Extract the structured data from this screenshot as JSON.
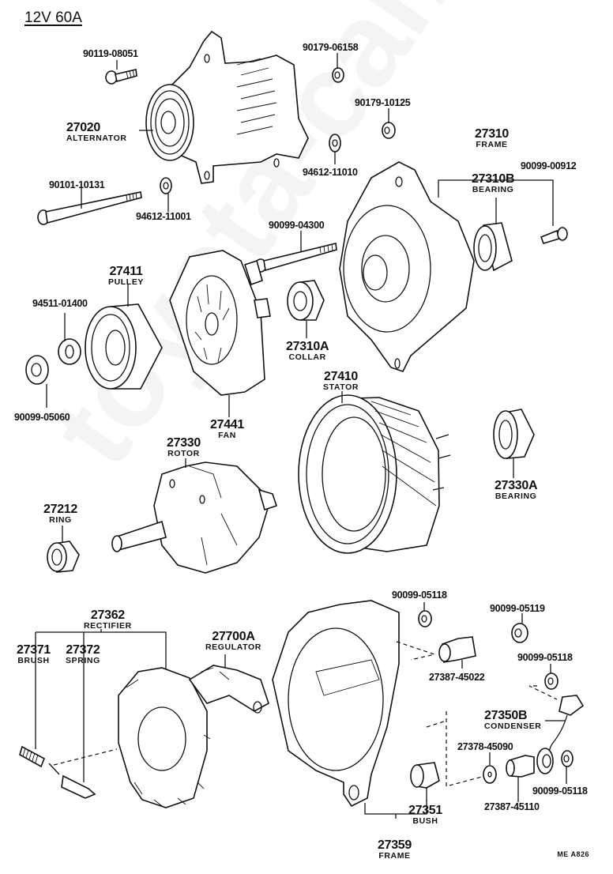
{
  "title": "12V 60A",
  "drawing_code": "ME  A826",
  "watermark": "toyota-camry.ru",
  "parts": [
    {
      "id": "alternator",
      "number": "27020",
      "name": "ALTERNATOR"
    },
    {
      "id": "bolt-1",
      "number": "90119-08051",
      "name": ""
    },
    {
      "id": "nut-1",
      "number": "90179-06158",
      "name": ""
    },
    {
      "id": "nut-2",
      "number": "90179-10125",
      "name": ""
    },
    {
      "id": "washer-1",
      "number": "94612-11010",
      "name": ""
    },
    {
      "id": "frame-drive-end",
      "number": "27310",
      "name": "FRAME"
    },
    {
      "id": "bearing-drive-end",
      "number": "27310B",
      "name": "BEARING"
    },
    {
      "id": "screw-1",
      "number": "90099-00912",
      "name": ""
    },
    {
      "id": "through-bolt-1",
      "number": "90101-10131",
      "name": ""
    },
    {
      "id": "washer-2",
      "number": "94612-11001",
      "name": ""
    },
    {
      "id": "through-bolt-2",
      "number": "90099-04300",
      "name": ""
    },
    {
      "id": "pulley",
      "number": "27411",
      "name": "PULLEY"
    },
    {
      "id": "washer-3",
      "number": "94511-01400",
      "name": ""
    },
    {
      "id": "pulley-nut",
      "number": "90099-05060",
      "name": ""
    },
    {
      "id": "fan",
      "number": "27441",
      "name": "FAN"
    },
    {
      "id": "collar",
      "number": "27310A",
      "name": "COLLAR"
    },
    {
      "id": "stator",
      "number": "27410",
      "name": "STATOR"
    },
    {
      "id": "bearing-rear",
      "number": "27330A",
      "name": "BEARING"
    },
    {
      "id": "rotor",
      "number": "27330",
      "name": "ROTOR"
    },
    {
      "id": "ring",
      "number": "27212",
      "name": "RING"
    },
    {
      "id": "rectifier",
      "number": "27362",
      "name": "RECTIFIER"
    },
    {
      "id": "brush",
      "number": "27371",
      "name": "BRUSH"
    },
    {
      "id": "spring",
      "number": "27372",
      "name": "SPRING"
    },
    {
      "id": "regulator",
      "number": "27700A",
      "name": "REGULATOR"
    },
    {
      "id": "nut-3",
      "number": "90099-05118",
      "name": ""
    },
    {
      "id": "nut-4",
      "number": "90099-05119",
      "name": ""
    },
    {
      "id": "nut-5",
      "number": "90099-05118",
      "name": ""
    },
    {
      "id": "insulator-1",
      "number": "27387-45022",
      "name": ""
    },
    {
      "id": "condenser",
      "number": "27350B",
      "name": "CONDENSER"
    },
    {
      "id": "washer-4",
      "number": "27378-45090",
      "name": ""
    },
    {
      "id": "nut-6",
      "number": "90099-05118",
      "name": ""
    },
    {
      "id": "insulator-2",
      "number": "27387-45110",
      "name": ""
    },
    {
      "id": "bush",
      "number": "27351",
      "name": "BUSH"
    },
    {
      "id": "frame-rear",
      "number": "27359",
      "name": "FRAME"
    }
  ]
}
